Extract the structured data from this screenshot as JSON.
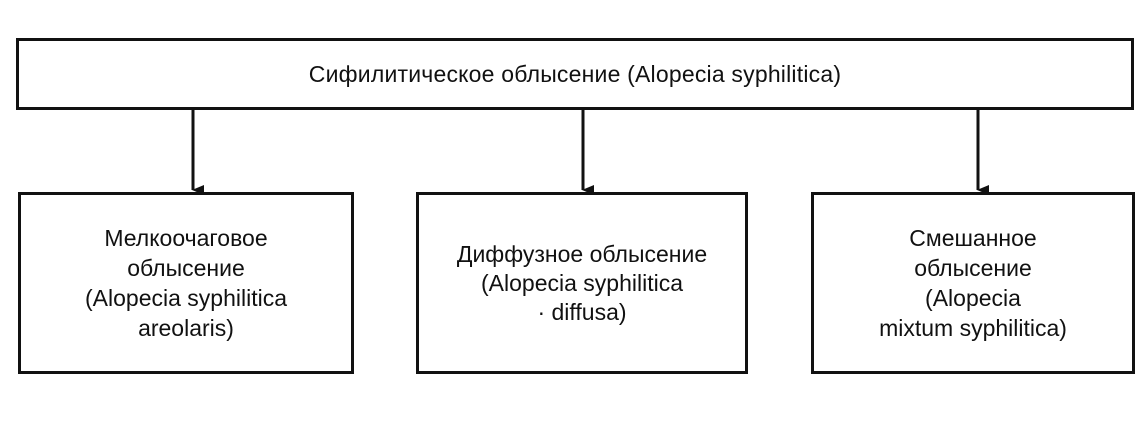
{
  "root": {
    "label": "Сифилитическое облысение  (Alopecia syphilitica)"
  },
  "children": [
    {
      "lines": [
        "Мелкоочаговое",
        "облысение",
        "(Alopecia syphilitica",
        "areolaris)"
      ]
    },
    {
      "lines": [
        "Диффузное облысение",
        "(Alopecia syphilitica",
        "· diffusa)"
      ]
    },
    {
      "lines": [
        "Смешанное",
        "облысение",
        "(Alopecia",
        "mixtum syphilitica)"
      ]
    }
  ],
  "colors": {
    "stroke": "#111111",
    "background": "#ffffff"
  }
}
